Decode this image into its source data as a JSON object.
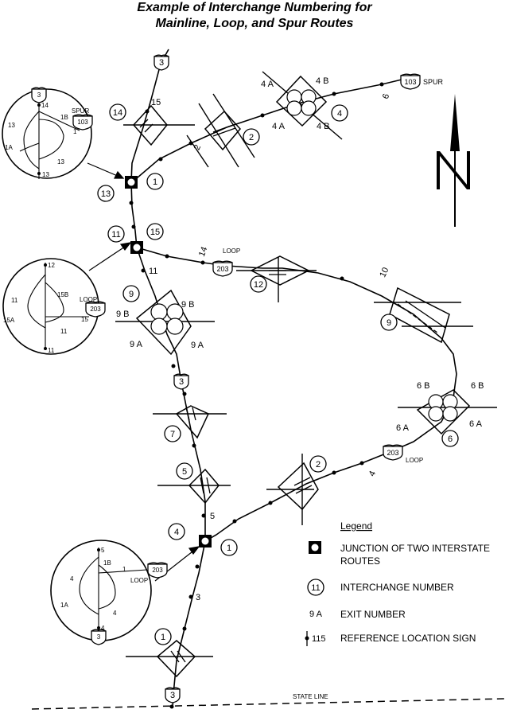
{
  "title": {
    "line1": "Example of Interchange Numbering for",
    "line2": "Mainline, Loop, and Spur Routes"
  },
  "route_shields": {
    "i3_north": "3",
    "i103": "103",
    "i203_loop_top": "203",
    "i3_mid": "3",
    "i203_loop_bottom": "203",
    "i3_south": "3"
  },
  "route_labels": {
    "spur": "SPUR",
    "loop_top": "LOOP",
    "loop_bottom": "LOOP",
    "state_line": "STATE LINE"
  },
  "interchange_numbers": {
    "n14": "14",
    "n2_spur": "2",
    "n4_spur": "4",
    "n1_spur": "1",
    "n13": "13",
    "n11_junction": "11",
    "n15": "15",
    "n12": "12",
    "n9_loop": "9",
    "n9_main": "9",
    "n7": "7",
    "n5": "5",
    "n2_loop": "2",
    "n6": "6",
    "n4_south": "4",
    "n1_south_junction": "1",
    "n1_bottom": "1"
  },
  "exit_numbers": {
    "e4a_left": "4 A",
    "e4b_top": "4 B",
    "e4a_bottom": "4 A",
    "e4b_bottom": "4 B",
    "e9b_right": "9 B",
    "e9b_left": "9 B",
    "e9a_left": "9 A",
    "e9a_right": "9 A",
    "e6b_left": "6 B",
    "e6b_right": "6 B",
    "e6a_left": "6 A",
    "e6a_right": "6 A"
  },
  "mile_markers": {
    "m15": "15",
    "m2": "2",
    "m6": "6",
    "m14": "14",
    "m11": "11",
    "m10": "10",
    "m5": "5",
    "m3": "3",
    "m4": "4"
  },
  "insets": {
    "top": {
      "shield": "3",
      "spur": "SPUR",
      "shield2": "103",
      "labels": [
        "14",
        "1B",
        "13",
        "1",
        "1A",
        "13",
        "13"
      ]
    },
    "middle": {
      "loop": "LOOP",
      "shield": "203",
      "labels": [
        "12",
        "15B",
        "11",
        "15",
        "15A",
        "11",
        "11"
      ]
    },
    "bottom": {
      "loop": "LOOP",
      "shield": "203",
      "shield2": "3",
      "labels": [
        "5",
        "1B",
        "4",
        "1",
        "1A",
        "4",
        "4"
      ]
    }
  },
  "legend": {
    "heading": "Legend",
    "junction": "JUNCTION OF TWO INTERSTATE",
    "junction2": "ROUTES",
    "interchange_symbol": "11",
    "interchange": "INTERCHANGE NUMBER",
    "exit_symbol": "9 A",
    "exit": "EXIT NUMBER",
    "ref_symbol": "115",
    "ref": "REFERENCE LOCATION SIGN"
  }
}
